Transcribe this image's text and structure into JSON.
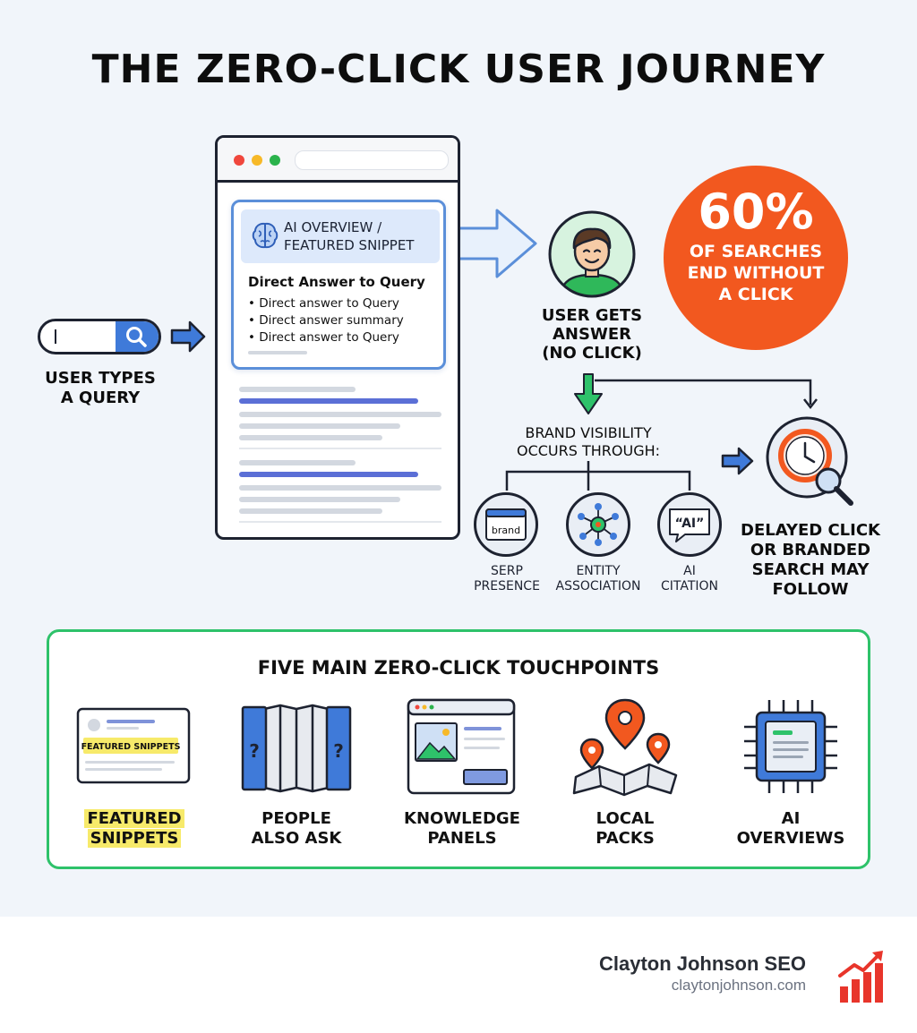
{
  "title": "THE ZERO-CLICK USER JOURNEY",
  "browser": {
    "answer_header_line1": "AI OVERVIEW /",
    "answer_header_line2": "FEATURED SNIPPET",
    "answer_title": "Direct Answer to Query",
    "answer_items": [
      "Direct answer to Query",
      "Direct answer summary",
      "Direct answer to Query"
    ]
  },
  "user_types": {
    "line1": "USER TYPES",
    "line2": "A QUERY"
  },
  "user_gets": {
    "line1": "USER GETS",
    "line2": "ANSWER",
    "line3": "(NO CLICK)"
  },
  "stat": {
    "value": "60%",
    "line1": "OF SEARCHES",
    "line2": "END WITHOUT",
    "line3": "A CLICK"
  },
  "brand_visibility": {
    "line1": "BRAND VISIBILITY",
    "line2": "OCCURS THROUGH:",
    "channels": [
      {
        "line1": "SERP",
        "line2": "PRESENCE",
        "icon": "brand-window-icon",
        "icon_text": "brand"
      },
      {
        "line1": "ENTITY",
        "line2": "ASSOCIATION",
        "icon": "network-icon"
      },
      {
        "line1": "AI",
        "line2": "CITATION",
        "icon": "quote-bubble-icon",
        "icon_text": "“AI”"
      }
    ]
  },
  "delayed": {
    "line1": "DELAYED CLICK",
    "line2": "OR BRANDED",
    "line3": "SEARCH MAY",
    "line4": "FOLLOW"
  },
  "touchpoints": {
    "title": "FIVE MAIN ZERO-CLICK TOUCHPOINTS",
    "featured_badge": "FEATURED SNIPPETS",
    "items": [
      {
        "line1": "FEATURED",
        "line2": "SNIPPETS",
        "icon": "featured-snippet-icon"
      },
      {
        "line1": "PEOPLE",
        "line2": "ALSO ASK",
        "icon": "accordion-question-icon"
      },
      {
        "line1": "KNOWLEDGE",
        "line2": "PANELS",
        "icon": "knowledge-panel-icon"
      },
      {
        "line1": "LOCAL",
        "line2": "PACKS",
        "icon": "map-pins-icon"
      },
      {
        "line1": "AI",
        "line2": "OVERVIEWS",
        "icon": "ai-chip-icon"
      }
    ]
  },
  "footer": {
    "name": "Clayton Johnson SEO",
    "url": "claytonjohnson.com",
    "logo": "bar-chart-logo-icon"
  },
  "colors": {
    "accent_blue": "#3f7ad9",
    "accent_orange": "#f2581f",
    "accent_green": "#2ec26a",
    "highlight_yellow": "#f7ea6a"
  }
}
